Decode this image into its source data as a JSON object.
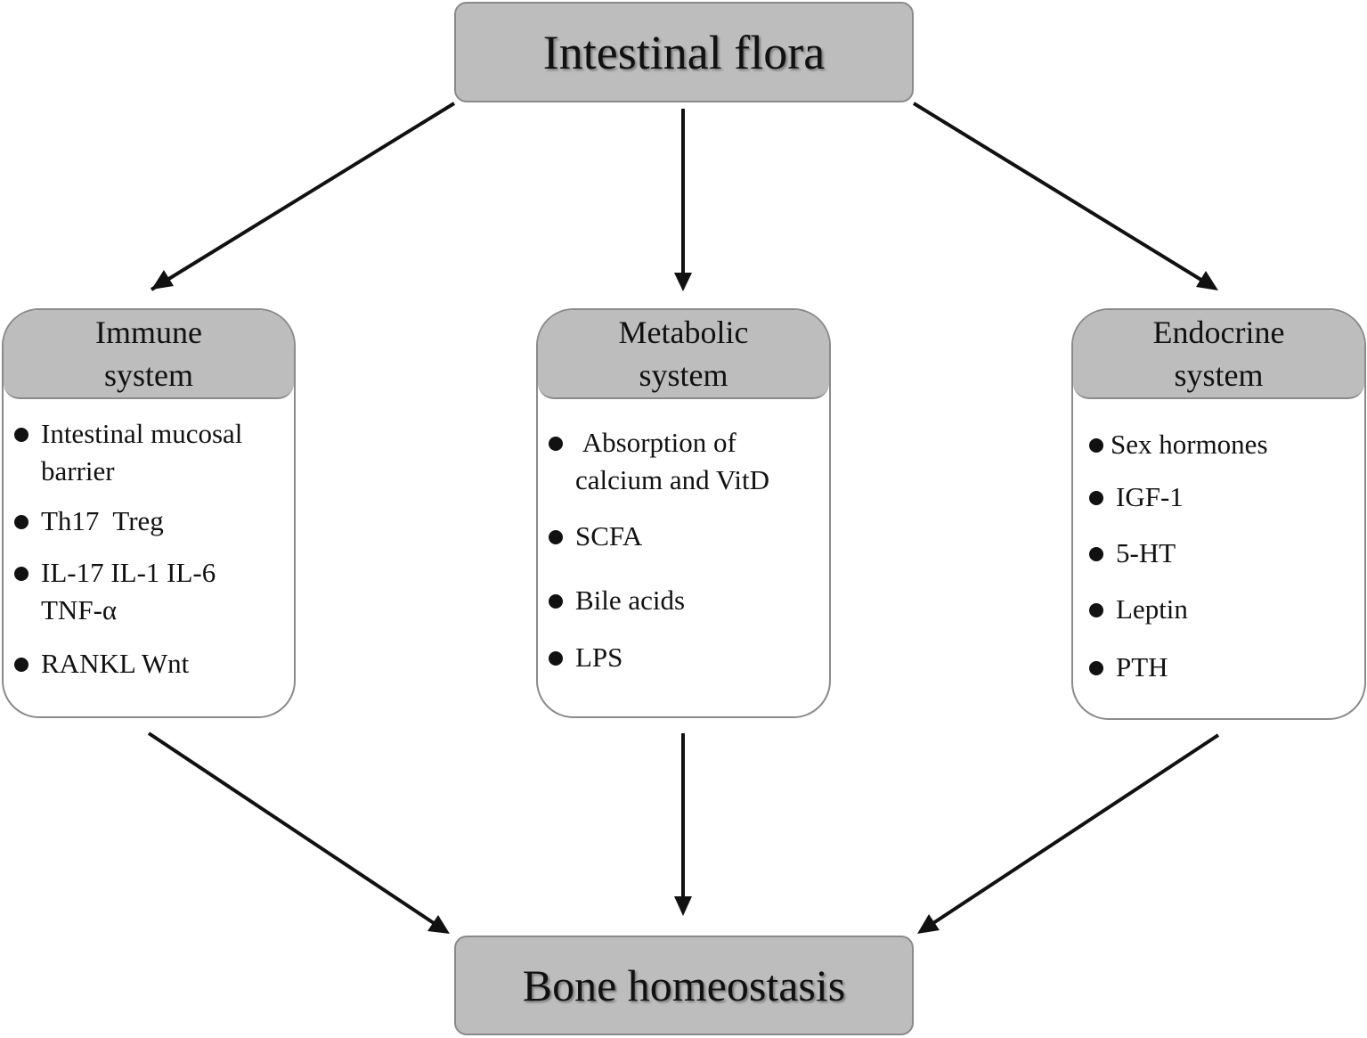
{
  "top_node": {
    "label": "Intestinal flora"
  },
  "bottom_node": {
    "label": "Bone homeostasis"
  },
  "immune": {
    "title_line1": "Immune",
    "title_line2": "system",
    "items": [
      "Intestinal mucosal\nbarrier",
      "Th17  Treg",
      "IL-17 IL-1 IL-6\nTNF-α",
      "RANKL Wnt"
    ]
  },
  "metabolic": {
    "title_line1": "Metabolic",
    "title_line2": "system",
    "items": [
      " Absorption of\ncalcium and VitD",
      "SCFA",
      "Bile acids",
      "LPS"
    ]
  },
  "endocrine": {
    "title_line1": "Endocrine",
    "title_line2": "system",
    "items": [
      "Sex hormones",
      "IGF-1",
      "5-HT",
      "Leptin",
      "PTH"
    ]
  },
  "colors": {
    "box_fill": "#bdbdbd",
    "box_border": "#8a8a8a",
    "arrow": "#111111"
  }
}
